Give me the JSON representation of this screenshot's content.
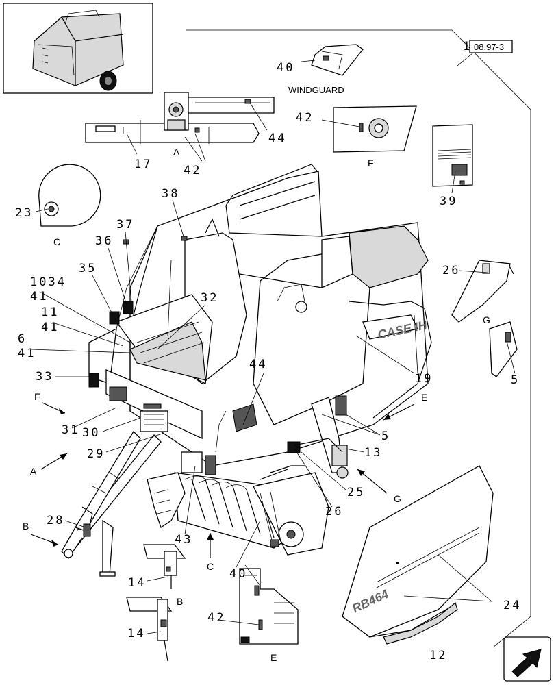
{
  "detail_titles": {
    "windguard": "WINDGUARD",
    "view_a": "A",
    "view_b": "B",
    "view_c": "C",
    "view_e": "E",
    "view_f": "F",
    "view_g": "G"
  },
  "view_arrows": {
    "a": "A",
    "b": "B",
    "c": "C",
    "e": "E",
    "f": "F",
    "g": "G"
  },
  "callouts": {
    "c1": "1",
    "ref_box": "08.97-3",
    "c40_top": "40",
    "c44_top": "44",
    "c17": "17",
    "c42_a": "42",
    "c42_f": "42",
    "c39": "39",
    "c23": "23",
    "c38": "38",
    "c37": "37",
    "c36": "36",
    "c35": "35",
    "c1034": "1034",
    "c41_a": "41",
    "c11": "11",
    "c41_b": "41",
    "c6": "6",
    "c41_c": "41",
    "c32": "32",
    "c26_g": "26",
    "c5_g": "5",
    "c19": "19",
    "c33": "33",
    "c44_mid": "44",
    "c31": "31",
    "c30": "30",
    "c29": "29",
    "c5_e": "5",
    "c13": "13",
    "c25": "25",
    "c26": "26",
    "c28": "28",
    "c43": "43",
    "c40_bot": "40",
    "c14_a": "14",
    "c14_b": "14",
    "c42_e": "42",
    "c24": "24",
    "c12": "12"
  },
  "decals": {
    "brand": "CASE IH",
    "model": "RB464"
  },
  "icons": {
    "nav": "next-page-arrow-icon"
  }
}
